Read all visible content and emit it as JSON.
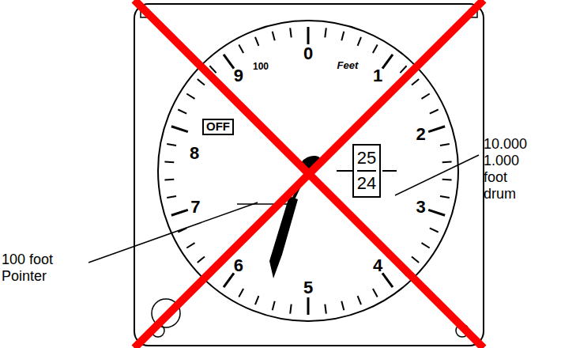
{
  "diagram": {
    "nodes": [
      {
        "text": [
          "OFF"
        ]
      },
      {
        "text": [
          "25",
          "24"
        ]
      }
    ],
    "labels": [
      "9",
      "100",
      "0",
      "Feet",
      "1",
      "8",
      "2",
      "7",
      "3",
      "6",
      "5",
      "4",
      "100 foot Pointer",
      "10.000 1.000 foot drum"
    ]
  }
}
